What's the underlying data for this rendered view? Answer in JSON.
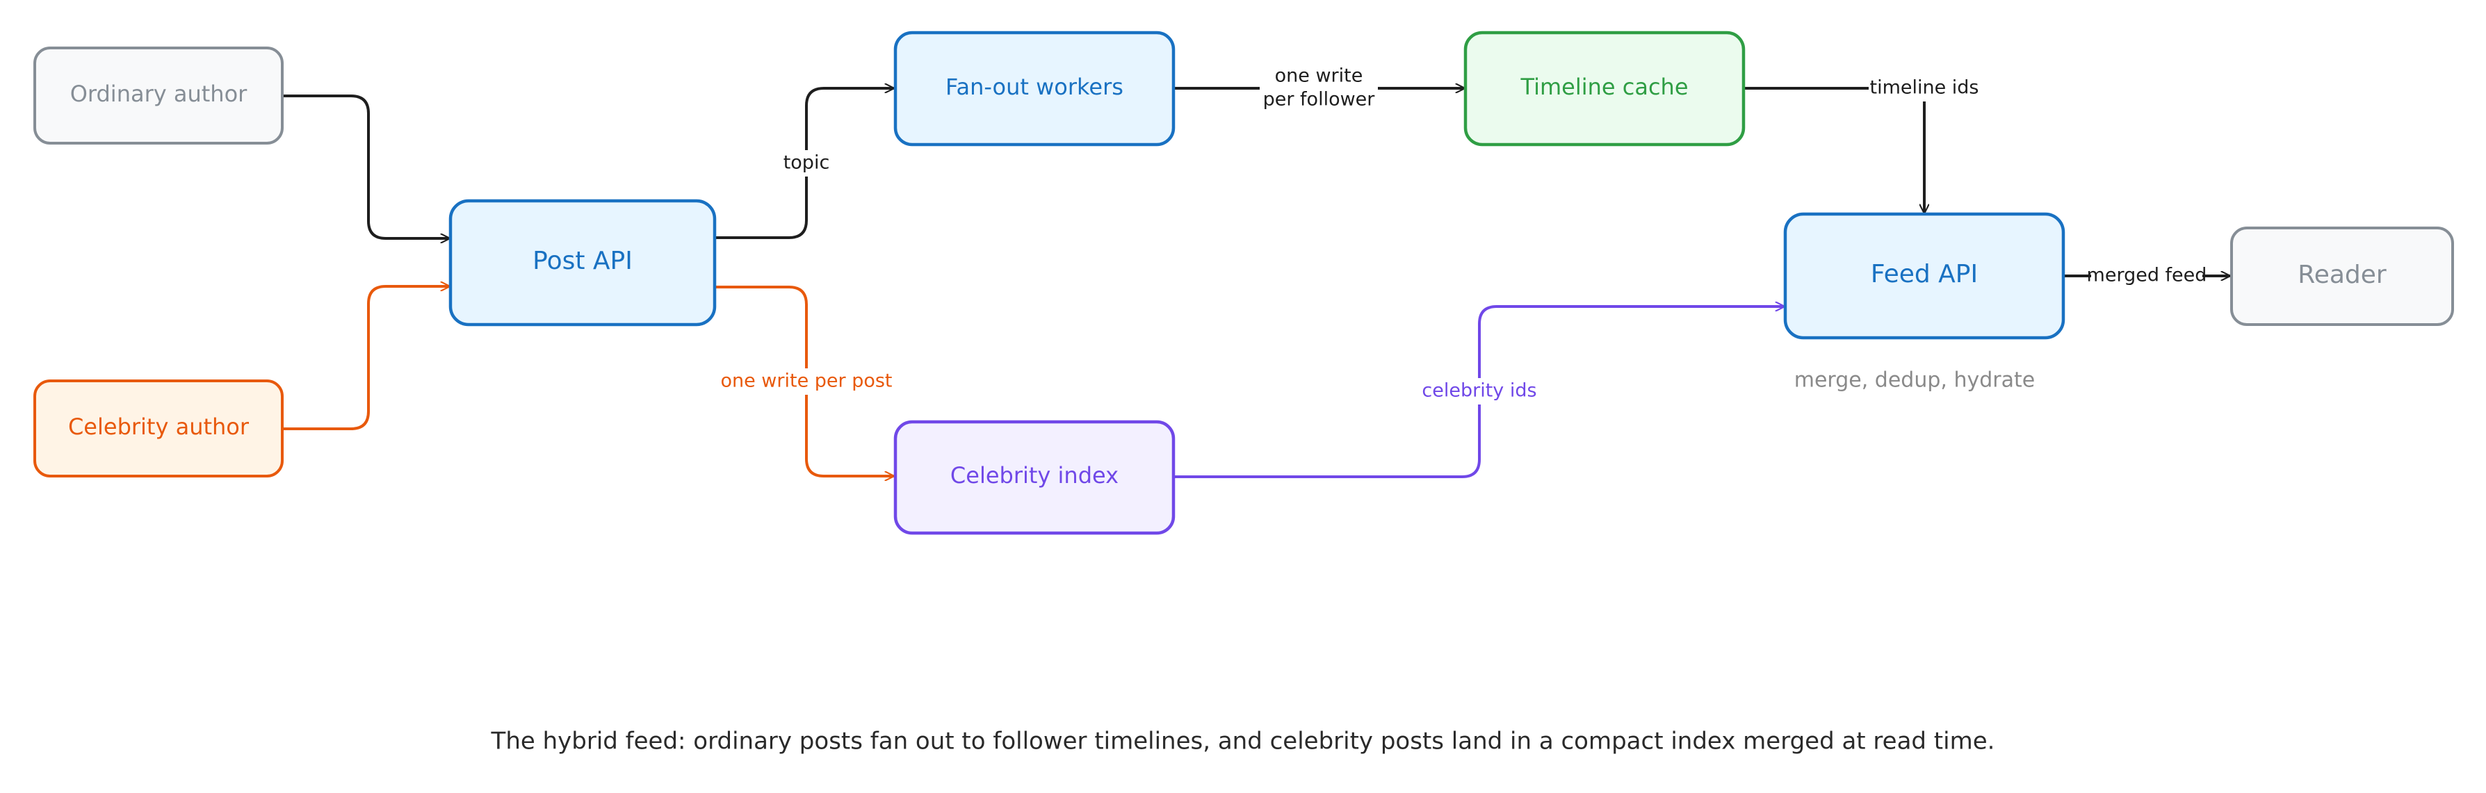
{
  "nodes": {
    "ordinary_author": {
      "label": "Ordinary author"
    },
    "celebrity_author": {
      "label": "Celebrity author"
    },
    "post_api": {
      "label": "Post API"
    },
    "fanout_workers": {
      "label": "Fan-out workers"
    },
    "timeline_cache": {
      "label": "Timeline cache"
    },
    "celebrity_index": {
      "label": "Celebrity index"
    },
    "feed_api": {
      "label": "Feed API",
      "note": "merge, dedup, hydrate"
    },
    "reader": {
      "label": "Reader"
    }
  },
  "edges": {
    "topic": "topic",
    "one_write_per_follower": [
      "one write",
      "per follower"
    ],
    "timeline_ids": "timeline ids",
    "one_write_per_post": "one write per post",
    "celebrity_ids": "celebrity ids",
    "merged_feed": "merged feed"
  },
  "caption": "The hybrid feed: ordinary posts fan out to follower timelines, and celebrity posts land in a compact index merged at read time.",
  "colors": {
    "gray_stroke": "#868e96",
    "gray_fill": "#f8f9fa",
    "gray_text": "#868e96",
    "blue_stroke": "#1971c2",
    "blue_fill": "#e7f5ff",
    "blue_text": "#1971c2",
    "green_stroke": "#2f9e44",
    "green_fill": "#ebfbee",
    "green_text": "#2f9e44",
    "orange_stroke": "#e8590c",
    "orange_fill": "#fff4e6",
    "orange_text": "#e8590c",
    "purple_stroke": "#7048e8",
    "purple_fill": "#f3f0ff",
    "purple_text": "#7048e8",
    "dark_arrow": "#1e1e1e"
  }
}
